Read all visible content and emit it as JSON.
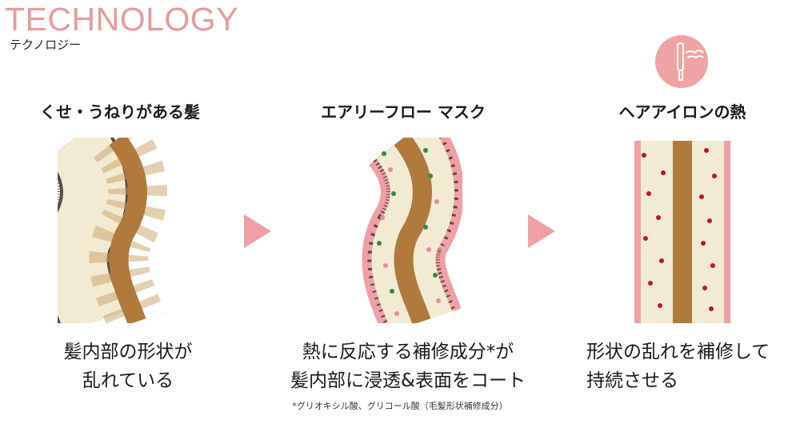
{
  "header": {
    "title": "TECHNOLOGY",
    "subtitle": "テクノロジー"
  },
  "panels": [
    {
      "heading": "くせ・うねりがある髪",
      "caption_lines": [
        "髪内部の形状が",
        "乱れている"
      ]
    },
    {
      "heading": "エアリーフロー マスク",
      "caption_lines": [
        "熱に反応する補修成分*が",
        "髪内部に浸透&表面をコート"
      ]
    },
    {
      "heading": "ヘアアイロンの熱",
      "caption_lines": [
        "形状の乱れを補修して",
        "持続させる"
      ]
    }
  ],
  "footnote": "*グリオキシル酸、グリコール酸（毛髪形状補修成分）",
  "icons": {
    "hair_iron": "hair-iron-icon",
    "arrow": "arrow-right-icon"
  },
  "colors": {
    "accent_pink": "#f0a0a4",
    "title_pink": "#e89a9a",
    "hair_core": "#b07a3c",
    "hair_cortex": "#f3ead2",
    "cuticle_dark": "#5a4a46",
    "dot_green": "#2f8a4a",
    "dot_pink": "#e48aa0",
    "dot_red": "#c0142a"
  }
}
